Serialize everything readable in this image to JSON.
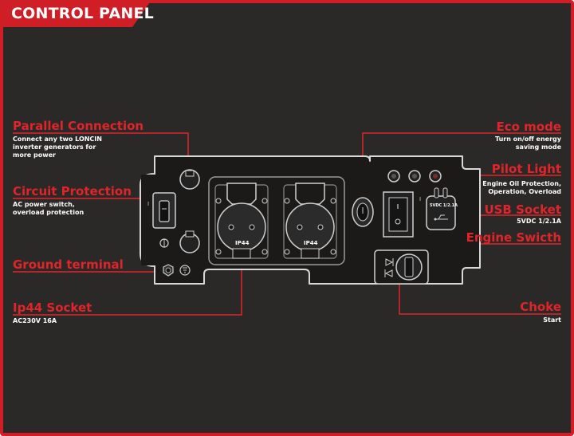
{
  "title": "CONTROL PANEL",
  "callouts": {
    "parallel": {
      "label": "Parallel Connection",
      "desc": [
        "Connect any two LONCIN",
        "inverter generators for",
        "more power"
      ]
    },
    "circuit": {
      "label": "Circuit Protection",
      "desc": [
        "AC power switch,",
        "overload protection"
      ]
    },
    "ground": {
      "label": "Ground terminal"
    },
    "ip44": {
      "label": "Ip44 Socket",
      "desc": [
        "AC230V 16A"
      ]
    },
    "eco": {
      "label": "Eco mode",
      "desc": [
        "Turn on/off energy",
        "saving mode"
      ]
    },
    "pilot": {
      "label": "Pilot Light",
      "desc": [
        "Engine Oil Protection,",
        "Operation, Overload"
      ]
    },
    "usb": {
      "label": "USB Socket",
      "desc": [
        "5VDC 1/2.1A"
      ]
    },
    "engine": {
      "label": "Engine Swicth"
    },
    "choke": {
      "label": "Choke",
      "desc": [
        "Start"
      ]
    }
  },
  "panel": {
    "socket_left_label": "IP44",
    "socket_right_label": "IP44",
    "usb_label": "5VDC 1/2.1A"
  },
  "colors": {
    "accent": "#e0242a",
    "background": "#2a2927",
    "panel": "#1a1918"
  }
}
